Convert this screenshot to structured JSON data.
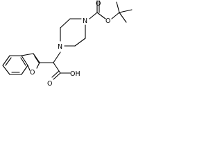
{
  "molecule": {
    "atoms": {
      "furan_oxygen": "O",
      "ring_n1": "N",
      "ring_n4": "N",
      "carbamate_oxygen": "O",
      "tbu_oxygen": "O",
      "acid_oxygen": "O",
      "hydroxyl": "OH"
    }
  }
}
